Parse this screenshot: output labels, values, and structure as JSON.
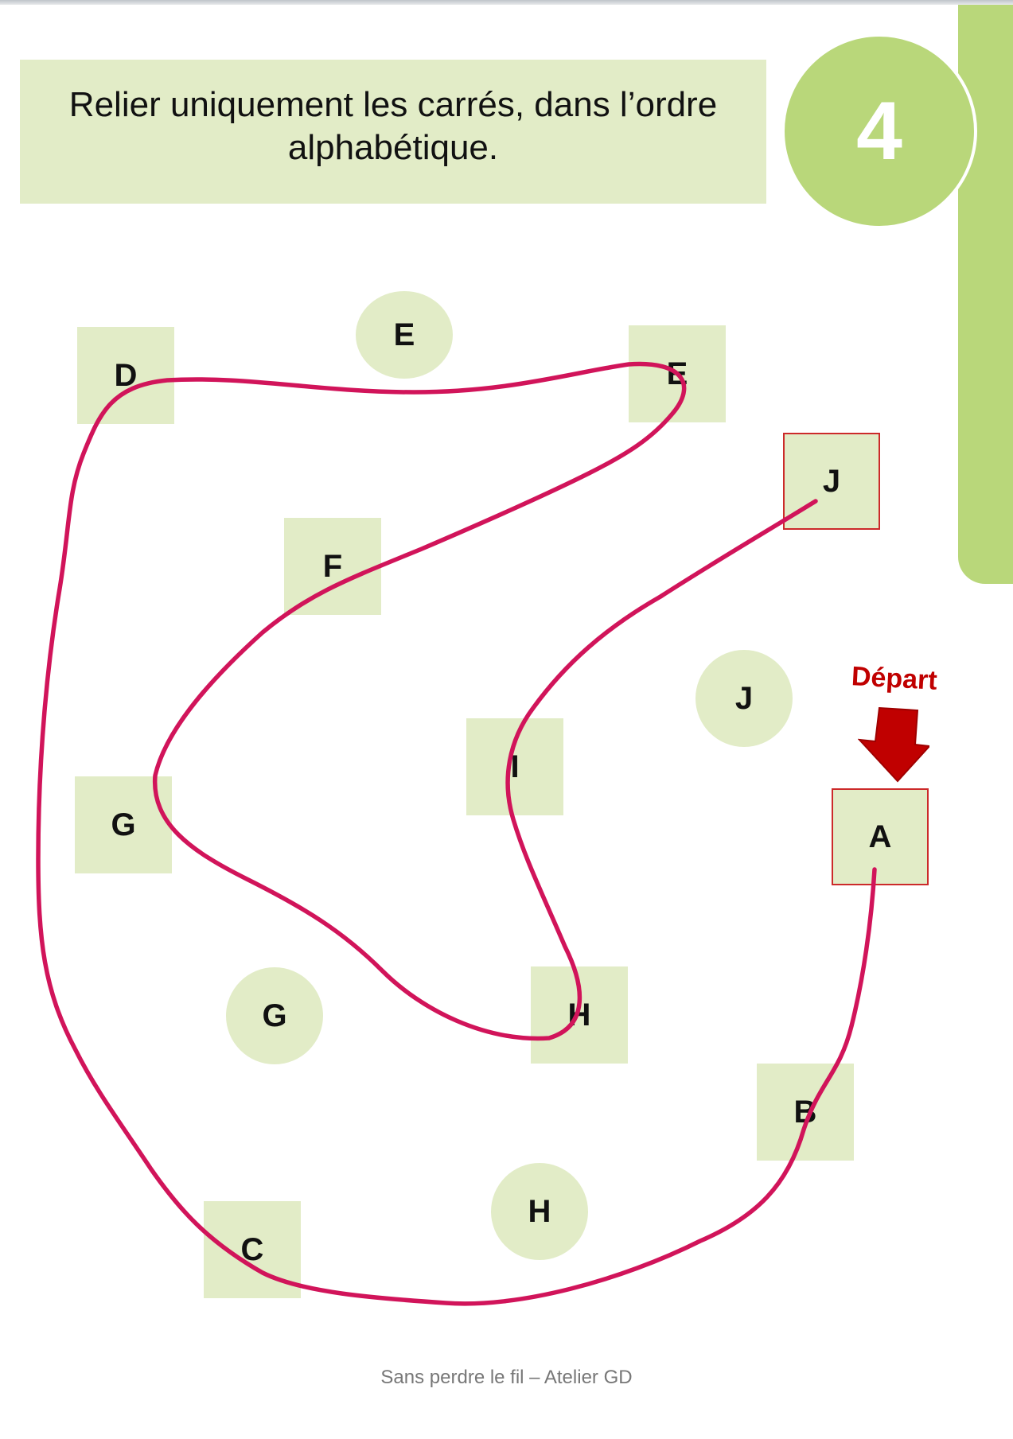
{
  "instruction": {
    "text": "Relier uniquement les carrés, dans l’ordre alphabétique."
  },
  "step": {
    "number": "4"
  },
  "start": {
    "label": "Départ"
  },
  "squares": {
    "a": "A",
    "b": "B",
    "c": "C",
    "d": "D",
    "e": "E",
    "f": "F",
    "g": "G",
    "h": "H",
    "i": "I",
    "j": "J"
  },
  "circles": {
    "e": "E",
    "g": "G",
    "h": "H",
    "j": "J"
  },
  "footer": {
    "text": "Sans perdre le fil – Atelier GD"
  },
  "colors": {
    "accent_green": "#b9d77a",
    "pale_green": "#e2ecc7",
    "path_crimson": "#d1145a",
    "start_red": "#c00000"
  }
}
